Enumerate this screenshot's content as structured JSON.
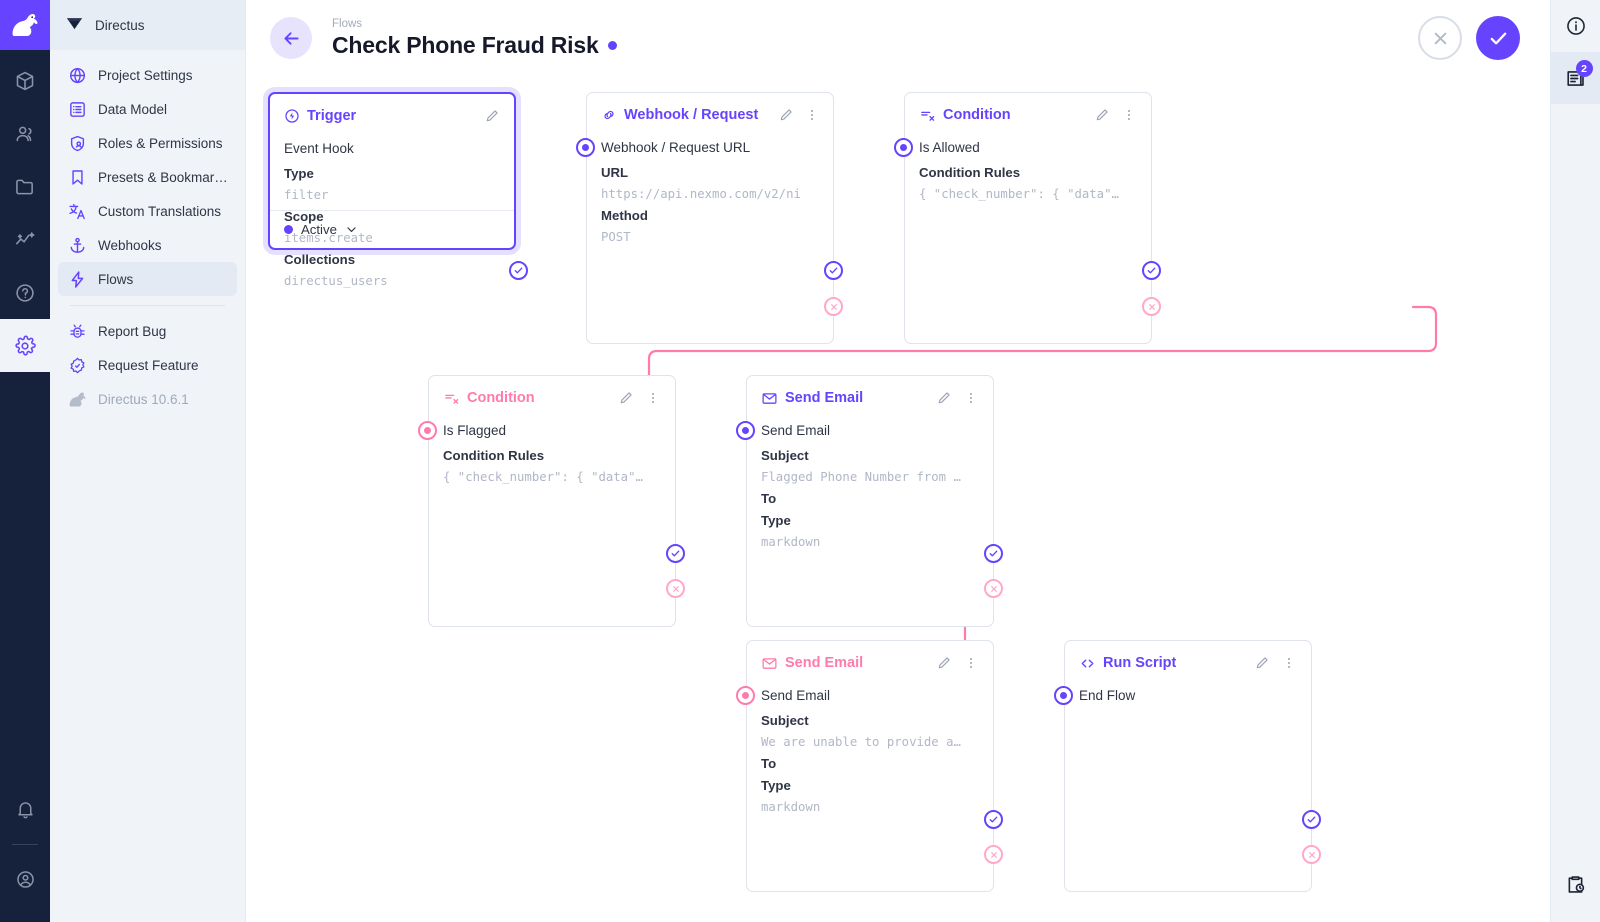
{
  "rail": {
    "logo_icon": "directus-rabbit-logo",
    "items": [
      {
        "name": "box-icon",
        "label": "Content"
      },
      {
        "name": "users-icon",
        "label": "User Directory"
      },
      {
        "name": "folder-icon",
        "label": "File Library"
      },
      {
        "name": "insights-icon",
        "label": "Insights"
      },
      {
        "name": "help-icon",
        "label": "Help"
      },
      {
        "name": "gear-icon",
        "label": "Settings",
        "active": true
      }
    ],
    "bottom": [
      {
        "name": "bell-icon",
        "label": "Notifications"
      },
      {
        "name": "account-icon",
        "label": "Account"
      }
    ]
  },
  "sidebar": {
    "header": {
      "icon": "directus-gem-icon",
      "title": "Directus"
    },
    "items": [
      {
        "icon": "globe-icon",
        "label": "Project Settings",
        "active": false
      },
      {
        "icon": "list-icon",
        "label": "Data Model",
        "active": false
      },
      {
        "icon": "shield-person-icon",
        "label": "Roles & Permissions",
        "active": false
      },
      {
        "icon": "bookmark-icon",
        "label": "Presets & Bookmar…",
        "active": false
      },
      {
        "icon": "translate-icon",
        "label": "Custom Translations",
        "active": false
      },
      {
        "icon": "anchor-icon",
        "label": "Webhooks",
        "active": false
      },
      {
        "icon": "bolt-icon",
        "label": "Flows",
        "active": true
      }
    ],
    "footer_items": [
      {
        "icon": "bug-icon",
        "label": "Report Bug",
        "muted": false
      },
      {
        "icon": "badge-check-icon",
        "label": "Request Feature",
        "muted": false
      },
      {
        "icon": "rabbit-icon",
        "label": "Directus 10.6.1",
        "muted": true
      }
    ]
  },
  "header": {
    "breadcrumb": "Flows",
    "title": "Check Phone Fraud Risk",
    "unsaved_dot": true,
    "back_icon": "arrow-left-icon",
    "cancel_icon": "close-icon",
    "save_icon": "check-icon"
  },
  "right_rail": {
    "items": [
      {
        "icon": "info-icon",
        "label": "Flow Info",
        "badge": null
      },
      {
        "icon": "logs-icon",
        "label": "Logs",
        "badge": "2"
      }
    ],
    "bottom": [
      {
        "icon": "activity-clipboard-icon",
        "label": "Activity Log"
      }
    ]
  },
  "colors": {
    "accent": "#6644ff",
    "reject": "#ff7bac",
    "reject_light": "#ffa8ca",
    "grid": "#e9e9ef"
  },
  "flow": {
    "nodes": [
      {
        "id": "trigger",
        "type_label": "Trigger",
        "type_icon": "trigger-bolt-circle-icon",
        "accent": "purple",
        "selected": true,
        "name": "Event Hook",
        "fields": [
          {
            "label": "Type",
            "value": "filter"
          },
          {
            "label": "Scope",
            "value": "items.create"
          },
          {
            "label": "Collections",
            "value": "directus_users"
          }
        ],
        "status": "Active",
        "status_chevron": "chevron-down-icon"
      },
      {
        "id": "webhook",
        "type_label": "Webhook / Request U",
        "type_icon": "link-icon",
        "accent": "purple",
        "selected": false,
        "name": "Webhook / Request URL",
        "fields": [
          {
            "label": "URL",
            "value": "https://api.nexmo.com/v2/ni"
          },
          {
            "label": "Method",
            "value": "POST"
          }
        ]
      },
      {
        "id": "cond-allowed",
        "type_label": "Condition",
        "type_icon": "condition-icon",
        "accent": "purple",
        "selected": false,
        "name": "Is Allowed",
        "fields": [
          {
            "label": "Condition Rules",
            "value": "{ \"check_number\": { \"data\"…"
          }
        ]
      },
      {
        "id": "cond-flagged",
        "type_label": "Condition",
        "type_icon": "condition-icon",
        "accent": "pink",
        "selected": false,
        "name": "Is Flagged",
        "fields": [
          {
            "label": "Condition Rules",
            "value": "{ \"check_number\": { \"data\"…"
          }
        ]
      },
      {
        "id": "email-flagged",
        "type_label": "Send Email",
        "type_icon": "mail-icon",
        "accent": "purple",
        "selected": false,
        "name": "Send Email",
        "fields": [
          {
            "label": "Subject",
            "value": "Flagged Phone Number from …"
          },
          {
            "label": "To",
            "value": ""
          },
          {
            "label": "Type",
            "value": "markdown"
          }
        ]
      },
      {
        "id": "email-unable",
        "type_label": "Send Email",
        "type_icon": "mail-icon",
        "accent": "pink",
        "selected": false,
        "name": "Send Email",
        "fields": [
          {
            "label": "Subject",
            "value": "We are unable to provide a…"
          },
          {
            "label": "To",
            "value": ""
          },
          {
            "label": "Type",
            "value": "markdown"
          }
        ]
      },
      {
        "id": "run-script",
        "type_label": "Run Script",
        "type_icon": "code-icon",
        "accent": "purple",
        "selected": false,
        "name": "End Flow",
        "fields": []
      }
    ]
  }
}
